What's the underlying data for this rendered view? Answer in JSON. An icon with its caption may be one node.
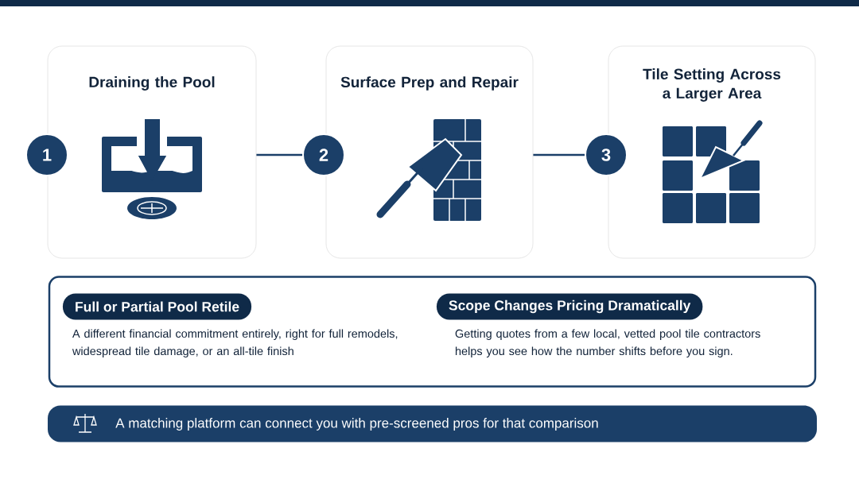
{
  "diagram": {
    "nodes": [
      {
        "text": [
          "Draining the Pool"
        ]
      },
      {
        "text": [
          "Surface Prep and Repair"
        ]
      },
      {
        "text": [
          "Tile Setting Across a Larger Area"
        ]
      },
      {
        "text": [
          "1"
        ]
      },
      {
        "text": [
          "2"
        ]
      },
      {
        "text": [
          "3"
        ]
      },
      {
        "text": [],
        "shape": "box"
      },
      {
        "text": [
          "Full or Partial Pool Retile"
        ],
        "in": 6,
        "beside": [
          "A different financial commitment entirely, right for full remodels, widespread tile damage, or an all-tile finish"
        ]
      },
      {
        "text": [
          "Scope Changes Pricing Dramatically"
        ],
        "in": 6,
        "beside": [
          "Getting quotes from a few local, vetted pool tile contractors helps you see how the number shifts before you sign."
        ]
      },
      {
        "text": [
          "A matching platform can connect you with pre-screened pros for that comparison"
        ]
      }
    ],
    "edges": [
      {
        "from": 0,
        "to": 4,
        "arrow": "none"
      },
      {
        "from": 1,
        "to": 5,
        "arrow": "none"
      }
    ]
  }
}
